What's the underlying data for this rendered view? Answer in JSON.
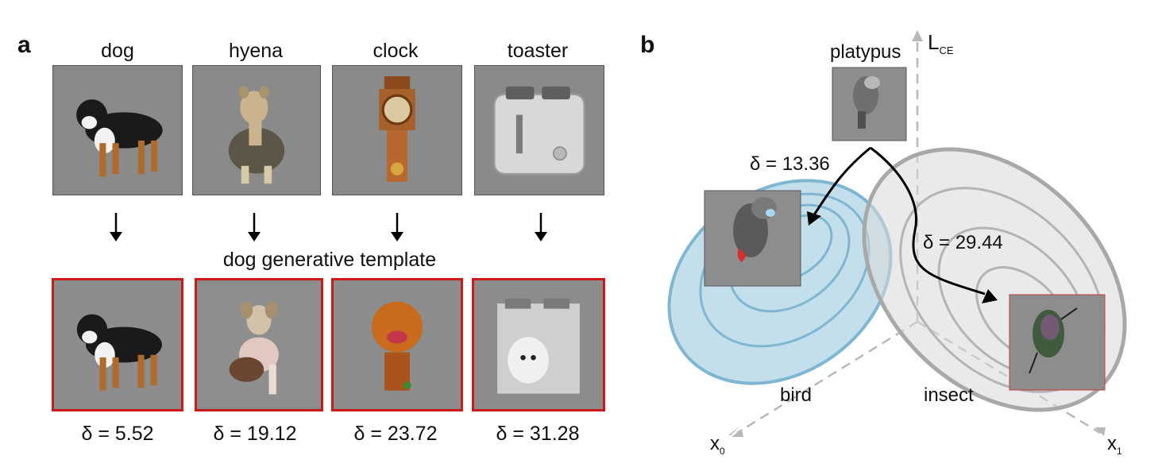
{
  "panel_a": {
    "letter": "a",
    "classes": [
      "dog",
      "hyena",
      "clock",
      "toaster"
    ],
    "template_label": "dog generative template",
    "deltas": [
      "δ = 5.52",
      "δ = 19.12",
      "δ = 23.72",
      "δ = 31.28"
    ]
  },
  "panel_b": {
    "letter": "b",
    "axis_y": "L",
    "axis_y_sub": "CE",
    "axis_x0": "x",
    "axis_x0_sub": "0",
    "axis_x1": "x",
    "axis_x1_sub": "1",
    "start_label": "platypus",
    "bird_label": "bird",
    "insect_label": "insect",
    "delta_bird": "δ = 13.36",
    "delta_insect": "δ = 29.44"
  },
  "colors": {
    "bird_fill": "#bcdcea",
    "bird_stroke": "#7fb6d2",
    "insect_fill": "#d9d9d9",
    "insect_stroke": "#a8a8a8",
    "thumb_bg": "#8a8a8a",
    "highlight_border": "#cc1a1a"
  }
}
